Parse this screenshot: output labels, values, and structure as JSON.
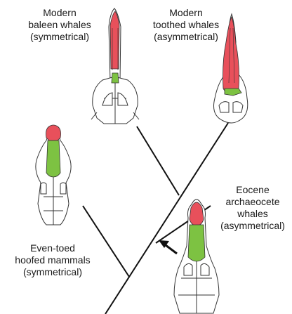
{
  "labels": {
    "baleen": {
      "line1": "Modern",
      "line2": "baleen whales",
      "line3": "(symmetrical)"
    },
    "toothed": {
      "line1": "Modern",
      "line2": "toothed whales",
      "line3": "(asymmetrical)"
    },
    "eocene": {
      "line1": "Eocene",
      "line2": "archaeocete",
      "line3": "whales",
      "line4": "(asymmetrical)"
    },
    "even_toed": {
      "line1": "Even-toed",
      "line2": "hoofed mammals",
      "line3": "(symmetrical)"
    }
  },
  "colors": {
    "highlight_red": "#e8505b",
    "highlight_green": "#7dc242",
    "outline": "#333333",
    "skull_fill": "#ffffff",
    "tree_line": "#111111"
  },
  "icons": {
    "arrow": "arrow-up-left-icon"
  }
}
